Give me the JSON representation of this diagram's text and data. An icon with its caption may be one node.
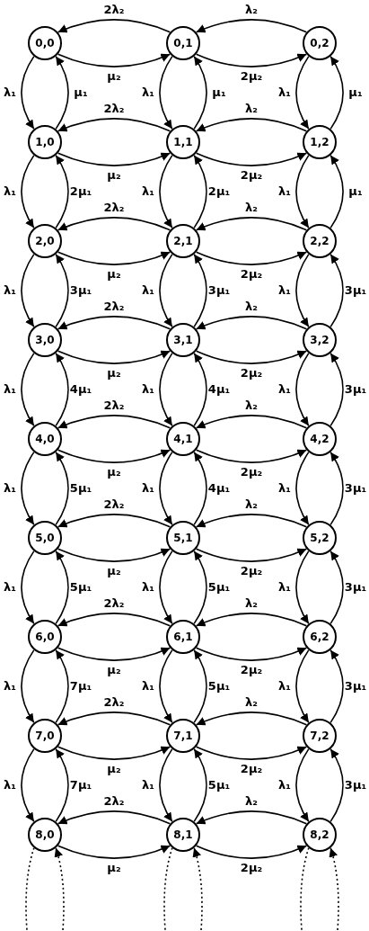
{
  "diagram": {
    "nodes": [
      {
        "text": [
          "0,0"
        ]
      },
      {
        "text": [
          "0,1"
        ]
      },
      {
        "text": [
          "0,2"
        ]
      },
      {
        "text": [
          "1,0"
        ]
      },
      {
        "text": [
          "1,1"
        ]
      },
      {
        "text": [
          "1,2"
        ]
      },
      {
        "text": [
          "2,0"
        ]
      },
      {
        "text": [
          "2,1"
        ]
      },
      {
        "text": [
          "2,2"
        ]
      },
      {
        "text": [
          "3,0"
        ]
      },
      {
        "text": [
          "3,1"
        ]
      },
      {
        "text": [
          "3,2"
        ]
      },
      {
        "text": [
          "4,0"
        ]
      },
      {
        "text": [
          "4,1"
        ]
      },
      {
        "text": [
          "4,2"
        ]
      },
      {
        "text": [
          "5,0"
        ]
      },
      {
        "text": [
          "5,1"
        ]
      },
      {
        "text": [
          "5,2"
        ]
      },
      {
        "text": [
          "6,0"
        ]
      },
      {
        "text": [
          "6,1"
        ]
      },
      {
        "text": [
          "6,2"
        ]
      },
      {
        "text": [
          "7,0"
        ]
      },
      {
        "text": [
          "7,1"
        ]
      },
      {
        "text": [
          "7,2"
        ]
      },
      {
        "text": [
          "8,0"
        ]
      },
      {
        "text": [
          "8,1"
        ]
      },
      {
        "text": [
          "8,2"
        ]
      }
    ],
    "edges": [
      {
        "from": 1,
        "to": 0,
        "arrow": "to",
        "label": "2λ₂"
      },
      {
        "from": 0,
        "to": 1,
        "arrow": "to",
        "label": "μ₂"
      },
      {
        "from": 2,
        "to": 1,
        "arrow": "to",
        "label": "λ₂"
      },
      {
        "from": 1,
        "to": 2,
        "arrow": "to",
        "label": "2μ₂"
      },
      {
        "from": 0,
        "to": 3,
        "arrow": "to",
        "label": "λ₁"
      },
      {
        "from": 3,
        "to": 0,
        "arrow": "to",
        "label": "μ₁"
      },
      {
        "from": 1,
        "to": 4,
        "arrow": "to",
        "label": "λ₁"
      },
      {
        "from": 4,
        "to": 1,
        "arrow": "to",
        "label": "μ₁"
      },
      {
        "from": 2,
        "to": 5,
        "arrow": "to",
        "label": "λ₁"
      },
      {
        "from": 5,
        "to": 2,
        "arrow": "to",
        "label": "μ₁"
      },
      {
        "from": 4,
        "to": 3,
        "arrow": "to",
        "label": "2λ₂"
      },
      {
        "from": 3,
        "to": 4,
        "arrow": "to",
        "label": "μ₂"
      },
      {
        "from": 5,
        "to": 4,
        "arrow": "to",
        "label": "λ₂"
      },
      {
        "from": 4,
        "to": 5,
        "arrow": "to",
        "label": "2μ₂"
      },
      {
        "from": 3,
        "to": 6,
        "arrow": "to",
        "label": "λ₁"
      },
      {
        "from": 6,
        "to": 3,
        "arrow": "to",
        "label": "2μ₁"
      },
      {
        "from": 4,
        "to": 7,
        "arrow": "to",
        "label": "λ₁"
      },
      {
        "from": 7,
        "to": 4,
        "arrow": "to",
        "label": "2μ₁"
      },
      {
        "from": 5,
        "to": 8,
        "arrow": "to",
        "label": "λ₁"
      },
      {
        "from": 8,
        "to": 5,
        "arrow": "to",
        "label": "μ₁"
      },
      {
        "from": 7,
        "to": 6,
        "arrow": "to",
        "label": "2λ₂"
      },
      {
        "from": 6,
        "to": 7,
        "arrow": "to",
        "label": "μ₂"
      },
      {
        "from": 8,
        "to": 7,
        "arrow": "to",
        "label": "λ₂"
      },
      {
        "from": 7,
        "to": 8,
        "arrow": "to",
        "label": "2μ₂"
      },
      {
        "from": 6,
        "to": 9,
        "arrow": "to",
        "label": "λ₁"
      },
      {
        "from": 9,
        "to": 6,
        "arrow": "to",
        "label": "3μ₁"
      },
      {
        "from": 7,
        "to": 10,
        "arrow": "to",
        "label": "λ₁"
      },
      {
        "from": 10,
        "to": 7,
        "arrow": "to",
        "label": "3μ₁"
      },
      {
        "from": 8,
        "to": 11,
        "arrow": "to",
        "label": "λ₁"
      },
      {
        "from": 11,
        "to": 8,
        "arrow": "to",
        "label": "3μ₁"
      },
      {
        "from": 10,
        "to": 9,
        "arrow": "to",
        "label": "2λ₂"
      },
      {
        "from": 9,
        "to": 10,
        "arrow": "to",
        "label": "μ₂"
      },
      {
        "from": 11,
        "to": 10,
        "arrow": "to",
        "label": "λ₂"
      },
      {
        "from": 10,
        "to": 11,
        "arrow": "to",
        "label": "2μ₂"
      },
      {
        "from": 9,
        "to": 12,
        "arrow": "to",
        "label": "λ₁"
      },
      {
        "from": 12,
        "to": 9,
        "arrow": "to",
        "label": "4μ₁"
      },
      {
        "from": 10,
        "to": 13,
        "arrow": "to",
        "label": "λ₁"
      },
      {
        "from": 13,
        "to": 10,
        "arrow": "to",
        "label": "4μ₁"
      },
      {
        "from": 11,
        "to": 14,
        "arrow": "to",
        "label": "λ₁"
      },
      {
        "from": 14,
        "to": 11,
        "arrow": "to",
        "label": "3μ₁"
      },
      {
        "from": 13,
        "to": 12,
        "arrow": "to",
        "label": "2λ₂"
      },
      {
        "from": 12,
        "to": 13,
        "arrow": "to",
        "label": "μ₂"
      },
      {
        "from": 14,
        "to": 13,
        "arrow": "to",
        "label": "λ₂"
      },
      {
        "from": 13,
        "to": 14,
        "arrow": "to",
        "label": "2μ₂"
      },
      {
        "from": 12,
        "to": 15,
        "arrow": "to",
        "label": "λ₁"
      },
      {
        "from": 15,
        "to": 12,
        "arrow": "to",
        "label": "5μ₁"
      },
      {
        "from": 13,
        "to": 16,
        "arrow": "to",
        "label": "λ₁"
      },
      {
        "from": 16,
        "to": 13,
        "arrow": "to",
        "label": "4μ₁"
      },
      {
        "from": 14,
        "to": 17,
        "arrow": "to",
        "label": "λ₁"
      },
      {
        "from": 17,
        "to": 14,
        "arrow": "to",
        "label": "3μ₁"
      },
      {
        "from": 16,
        "to": 15,
        "arrow": "to",
        "label": "2λ₂"
      },
      {
        "from": 15,
        "to": 16,
        "arrow": "to",
        "label": "μ₂"
      },
      {
        "from": 17,
        "to": 16,
        "arrow": "to",
        "label": "λ₂"
      },
      {
        "from": 16,
        "to": 17,
        "arrow": "to",
        "label": "2μ₂"
      },
      {
        "from": 15,
        "to": 18,
        "arrow": "to",
        "label": "λ₁"
      },
      {
        "from": 18,
        "to": 15,
        "arrow": "to",
        "label": "5μ₁"
      },
      {
        "from": 16,
        "to": 19,
        "arrow": "to",
        "label": "λ₁"
      },
      {
        "from": 19,
        "to": 16,
        "arrow": "to",
        "label": "5μ₁"
      },
      {
        "from": 17,
        "to": 20,
        "arrow": "to",
        "label": "λ₁"
      },
      {
        "from": 20,
        "to": 17,
        "arrow": "to",
        "label": "3μ₁"
      },
      {
        "from": 19,
        "to": 18,
        "arrow": "to",
        "label": "2λ₂"
      },
      {
        "from": 18,
        "to": 19,
        "arrow": "to",
        "label": "μ₂"
      },
      {
        "from": 20,
        "to": 19,
        "arrow": "to",
        "label": "λ₂"
      },
      {
        "from": 19,
        "to": 20,
        "arrow": "to",
        "label": "2μ₂"
      },
      {
        "from": 18,
        "to": 21,
        "arrow": "to",
        "label": "λ₁"
      },
      {
        "from": 21,
        "to": 18,
        "arrow": "to",
        "label": "7μ₁"
      },
      {
        "from": 19,
        "to": 22,
        "arrow": "to",
        "label": "λ₁"
      },
      {
        "from": 22,
        "to": 19,
        "arrow": "to",
        "label": "5μ₁"
      },
      {
        "from": 20,
        "to": 23,
        "arrow": "to",
        "label": "λ₁"
      },
      {
        "from": 23,
        "to": 20,
        "arrow": "to",
        "label": "3μ₁"
      },
      {
        "from": 22,
        "to": 21,
        "arrow": "to",
        "label": "2λ₂"
      },
      {
        "from": 21,
        "to": 22,
        "arrow": "to",
        "label": "μ₂"
      },
      {
        "from": 23,
        "to": 22,
        "arrow": "to",
        "label": "λ₂"
      },
      {
        "from": 22,
        "to": 23,
        "arrow": "to",
        "label": "2μ₂"
      },
      {
        "from": 21,
        "to": 24,
        "arrow": "to",
        "label": "λ₁"
      },
      {
        "from": 24,
        "to": 21,
        "arrow": "to",
        "label": "7μ₁"
      },
      {
        "from": 22,
        "to": 25,
        "arrow": "to",
        "label": "λ₁"
      },
      {
        "from": 25,
        "to": 22,
        "arrow": "to",
        "label": "5μ₁"
      },
      {
        "from": 23,
        "to": 26,
        "arrow": "to",
        "label": "λ₁"
      },
      {
        "from": 26,
        "to": 23,
        "arrow": "to",
        "label": "3μ₁"
      },
      {
        "from": 25,
        "to": 24,
        "arrow": "to",
        "label": "2λ₂"
      },
      {
        "from": 24,
        "to": 25,
        "arrow": "to",
        "label": "μ₂"
      },
      {
        "from": 26,
        "to": 25,
        "arrow": "to",
        "label": "λ₂"
      },
      {
        "from": 25,
        "to": 26,
        "arrow": "to",
        "label": "2μ₂"
      },
      {
        "from": 24,
        "to": null,
        "arrow": "none",
        "style": "dashed"
      },
      {
        "from": null,
        "to": 24,
        "arrow": "to",
        "style": "dashed"
      },
      {
        "from": 25,
        "to": null,
        "arrow": "none",
        "style": "dashed"
      },
      {
        "from": null,
        "to": 25,
        "arrow": "to",
        "style": "dashed"
      },
      {
        "from": 26,
        "to": null,
        "arrow": "none",
        "style": "dashed"
      },
      {
        "from": null,
        "to": 26,
        "arrow": "to",
        "style": "dashed"
      }
    ]
  }
}
